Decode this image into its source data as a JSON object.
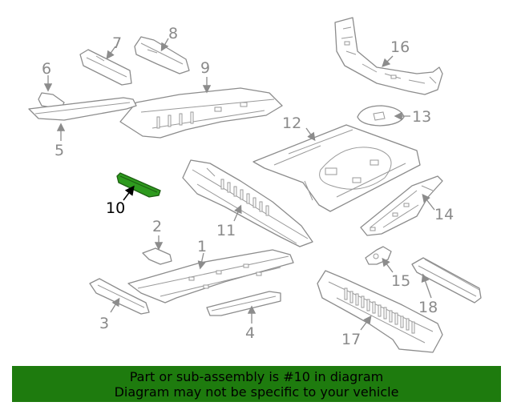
{
  "diagram": {
    "highlighted_part": "10",
    "highlight_color": "#2e9a1e",
    "callouts": [
      "1",
      "2",
      "3",
      "4",
      "5",
      "6",
      "7",
      "8",
      "9",
      "10",
      "11",
      "12",
      "13",
      "14",
      "15",
      "16",
      "17",
      "18"
    ]
  },
  "banner": {
    "line1": "Part or sub-assembly is #10 in diagram",
    "line2": "Diagram may not be specific to your vehicle",
    "background": "#1e7b0e"
  }
}
